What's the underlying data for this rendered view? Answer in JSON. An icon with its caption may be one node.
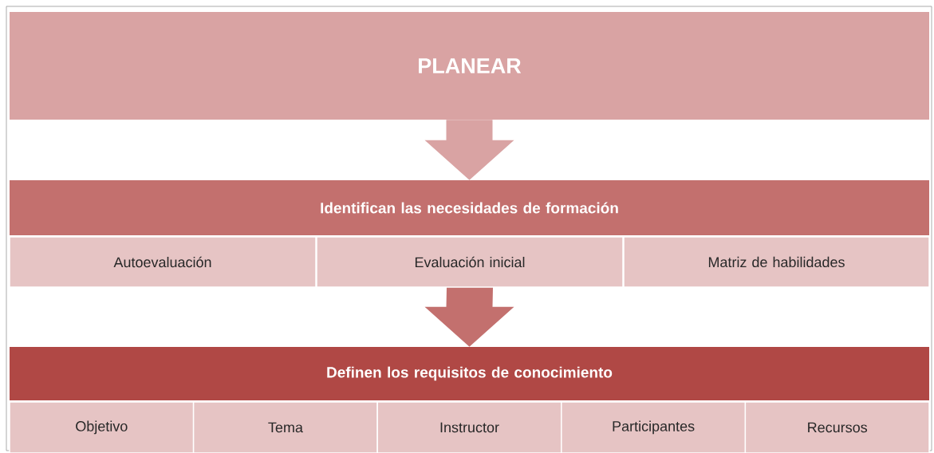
{
  "diagram": {
    "nodes": [
      {
        "text": [
          "PLANEAR"
        ]
      },
      {
        "text": [
          "Identifican las necesidades de formación"
        ]
      },
      {
        "text": [
          "Autoevaluación"
        ]
      },
      {
        "text": [
          "Evaluación inicial"
        ]
      },
      {
        "text": [
          "Matriz de habilidades"
        ]
      },
      {
        "text": [
          "Definen los requisitos de conocimiento"
        ]
      },
      {
        "text": [
          "Objetivo"
        ]
      },
      {
        "text": [
          "Tema"
        ]
      },
      {
        "text": [
          "Instructor"
        ]
      },
      {
        "text": [
          "Participantes"
        ]
      },
      {
        "text": [
          "Recursos"
        ]
      }
    ],
    "edges": [
      {
        "from": 0,
        "to": 1,
        "arrow": "to",
        "color": "#d9a3a3"
      },
      {
        "from": 3,
        "to": 5,
        "arrow": "to",
        "color": "#c3706e"
      }
    ]
  }
}
